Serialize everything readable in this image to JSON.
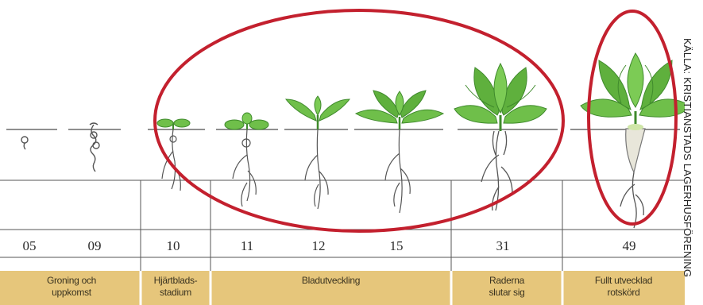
{
  "stage_codes": [
    "05",
    "09",
    "10",
    "11",
    "12",
    "15",
    "31",
    "49"
  ],
  "stage_labels": [
    "Groning och\nuppkomst",
    "Hjärtblads-\nstadium",
    "Bladutveckling",
    "Raderna\nslutar sig",
    "Fullt utvecklad\nrotskörd"
  ],
  "credit": "KÄLLA: KRISTIANSTADS LAGERHUSFÖRENING",
  "colors": {
    "label_band": "#e6c67b",
    "leaf": "#6fbf4a",
    "leaf_dark": "#3f8a2c",
    "highlight_ellipse": "#c3202e",
    "grid_line": "#555555"
  }
}
